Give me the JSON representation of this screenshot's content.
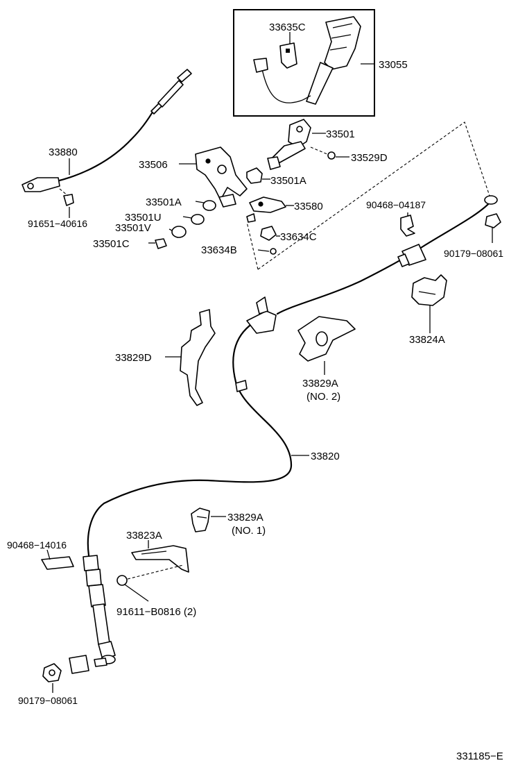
{
  "labels": {
    "p33635c": "33635C",
    "p33055": "33055",
    "p33880": "33880",
    "p33506": "33506",
    "p33501": "33501",
    "p33529d": "33529D",
    "p33501a_1": "33501A",
    "p33501a_2": "33501A",
    "p33580": "33580",
    "p33501u": "33501U",
    "p33501v": "33501V",
    "p33634c": "33634C",
    "p33501c": "33501C",
    "p33634b": "33634B",
    "p91651": "91651−40616",
    "p90468_04187": "90468−04187",
    "p90179_top": "90179−08061",
    "p33824a": "33824A",
    "p33829d": "33829D",
    "p33829a_no2": "33829A",
    "p33829a_no2_sub": "(NO. 2)",
    "p33820": "33820",
    "p33829a_no1": "33829A",
    "p33829a_no1_sub": "(NO. 1)",
    "p33823a": "33823A",
    "p90468_14016": "90468−14016",
    "p91611": "91611−B0816 (2)",
    "p90179_bottom": "90179−08061"
  },
  "figure_code": "331185−E"
}
